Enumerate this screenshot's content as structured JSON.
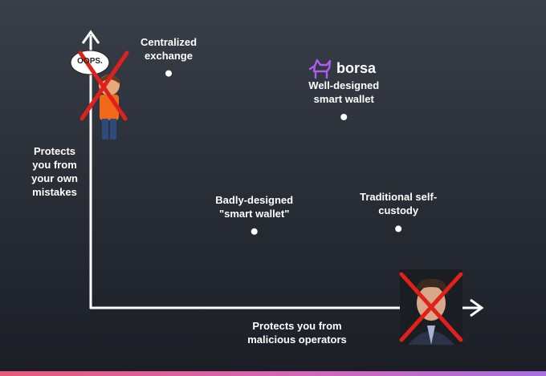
{
  "axes": {
    "x_label": "Protects you from\nmalicious operators",
    "y_label": "Protects\nyou from\nyour own\nmistakes"
  },
  "points": [
    {
      "label": "Centralized\nexchange",
      "x": 0.2,
      "y": 0.86
    },
    {
      "label": "Well-designed\nsmart wallet",
      "x": 0.65,
      "y": 0.7
    },
    {
      "label": "Badly-designed\n\"smart wallet\"",
      "x": 0.42,
      "y": 0.28
    },
    {
      "label": "Traditional self-\ncustody",
      "x": 0.79,
      "y": 0.29
    }
  ],
  "brand": {
    "name": "borsa",
    "icon": "dog-logo-icon",
    "color": "#b05cf0"
  },
  "illustrations": {
    "y_axis_figure": {
      "speech_bubble": "OOPS.",
      "icon": "confused-person-icon",
      "crossed_out": true
    },
    "x_axis_figure": {
      "icon": "person-portrait-icon",
      "crossed_out": true
    }
  },
  "colors": {
    "cross": "#e0201a",
    "axis": "#ffffff",
    "bar_start": "#e85a7a",
    "bar_end": "#a86ee0"
  }
}
